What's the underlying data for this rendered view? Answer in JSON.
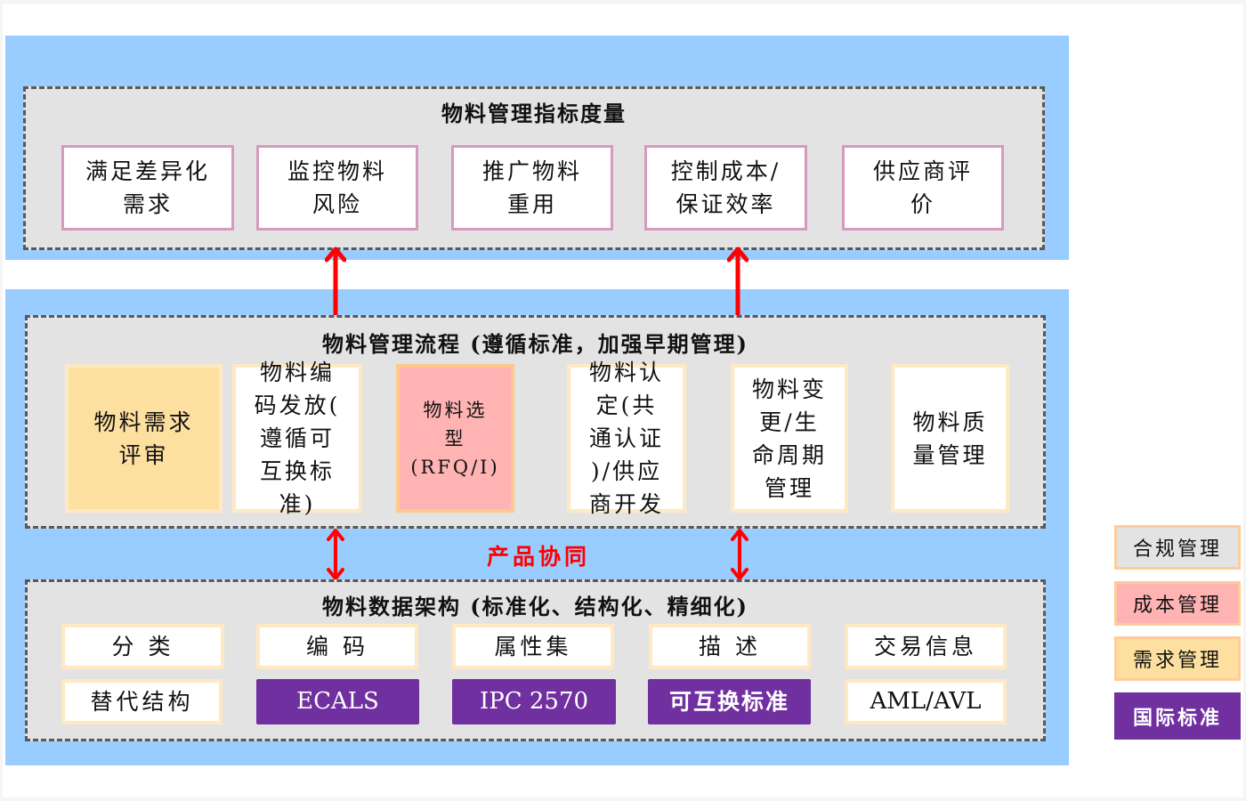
{
  "metrics_section": {
    "title": "物料管理指标度量",
    "items": [
      {
        "label": "满足差异化\n需求"
      },
      {
        "label": "监控物料\n风险"
      },
      {
        "label": "推广物料\n重用"
      },
      {
        "label": "控制成本/\n保证效率"
      },
      {
        "label": "供应商评\n价"
      }
    ]
  },
  "process_section": {
    "title": "物料管理流程 (遵循标准，加强早期管理)",
    "items": [
      {
        "label": "物料需求\n评审",
        "category": "需求管理"
      },
      {
        "label": "物料编\n码发放(\n遵循可\n互换标\n准)",
        "category": "合规管理"
      },
      {
        "label": "物料选\n型\n(RFQ/I)",
        "category": "成本管理"
      },
      {
        "label": "物料认\n定(共\n通认证\n)/供应\n商开发",
        "category": "合规管理"
      },
      {
        "label": "物料变\n更/生\n命周期\n管理",
        "category": "合规管理"
      },
      {
        "label": "物料质\n量管理",
        "category": "合规管理"
      }
    ]
  },
  "collaboration_label": "产品协同",
  "data_section": {
    "title": "物料数据架构 (标准化、结构化、精细化)",
    "row1": [
      {
        "label": "分  类"
      },
      {
        "label": "编  码"
      },
      {
        "label": "属性集"
      },
      {
        "label": "描  述"
      },
      {
        "label": "交易信息"
      }
    ],
    "row2": [
      {
        "label": "替代结构",
        "standard": false
      },
      {
        "label": "ECALS",
        "standard": true
      },
      {
        "label": "IPC 2570",
        "standard": true
      },
      {
        "label": "可互换标准",
        "standard": true
      },
      {
        "label": "AML/AVL",
        "standard": false
      }
    ]
  },
  "legend": [
    {
      "label": "合规管理",
      "color": "#e3e3e3"
    },
    {
      "label": "成本管理",
      "color": "#ffb3b3"
    },
    {
      "label": "需求管理",
      "color": "#fde0a0"
    },
    {
      "label": "国际标准",
      "color": "#7030a0"
    }
  ],
  "colors": {
    "panel": "#99ccff",
    "arrow": "#ff0000",
    "international_standard": "#7030a0"
  }
}
